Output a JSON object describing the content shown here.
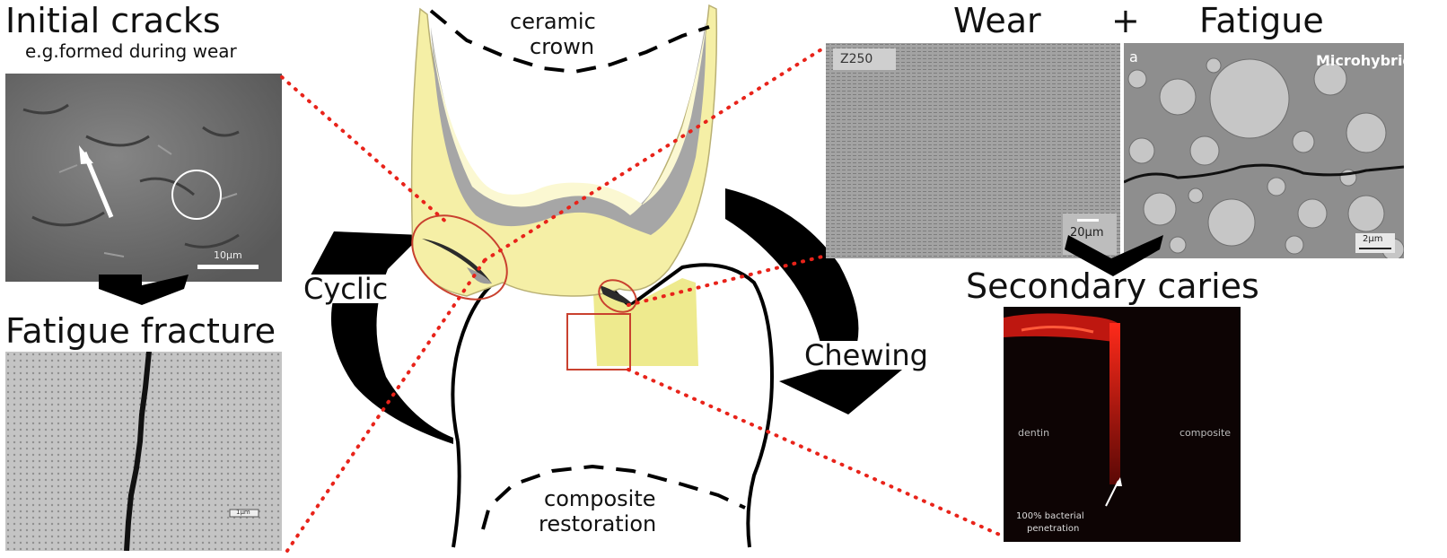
{
  "labels": {
    "initial_cracks": "Initial cracks",
    "initial_cracks_sub": "e.g.formed during wear",
    "fatigue_fracture": "Fatigue fracture",
    "ceramic_crown_1": "ceramic",
    "ceramic_crown_2": "crown",
    "composite_1": "composite",
    "composite_2": "restoration",
    "cyclic": "Cyclic",
    "chewing": "Chewing",
    "wear": "Wear",
    "plus": "+",
    "fatigue": "Fatigue",
    "secondary_caries": "Secondary caries"
  },
  "micrographs": {
    "z250_label": "Z250",
    "z250_scale": "20µm",
    "microhybrid_letter": "a",
    "microhybrid_label": "Microhybrid",
    "microhybrid_scale": "2µm",
    "initial_scale": "10µm",
    "fracture_scale": "1µm",
    "caries_dentin": "dentin",
    "caries_composite": "composite",
    "caries_note_1": "100% bacterial",
    "caries_note_2": "penetration"
  },
  "colors": {
    "dentin_yellow": "#f5efa6",
    "enamel_yellow": "#fbf8d2",
    "gray_layer": "#a6a6a6",
    "composite_yellow": "#eeea8e",
    "dotted_red": "#e8231a",
    "circle_red": "#c9412f",
    "fluorescence_red": "#ff2a1a"
  }
}
